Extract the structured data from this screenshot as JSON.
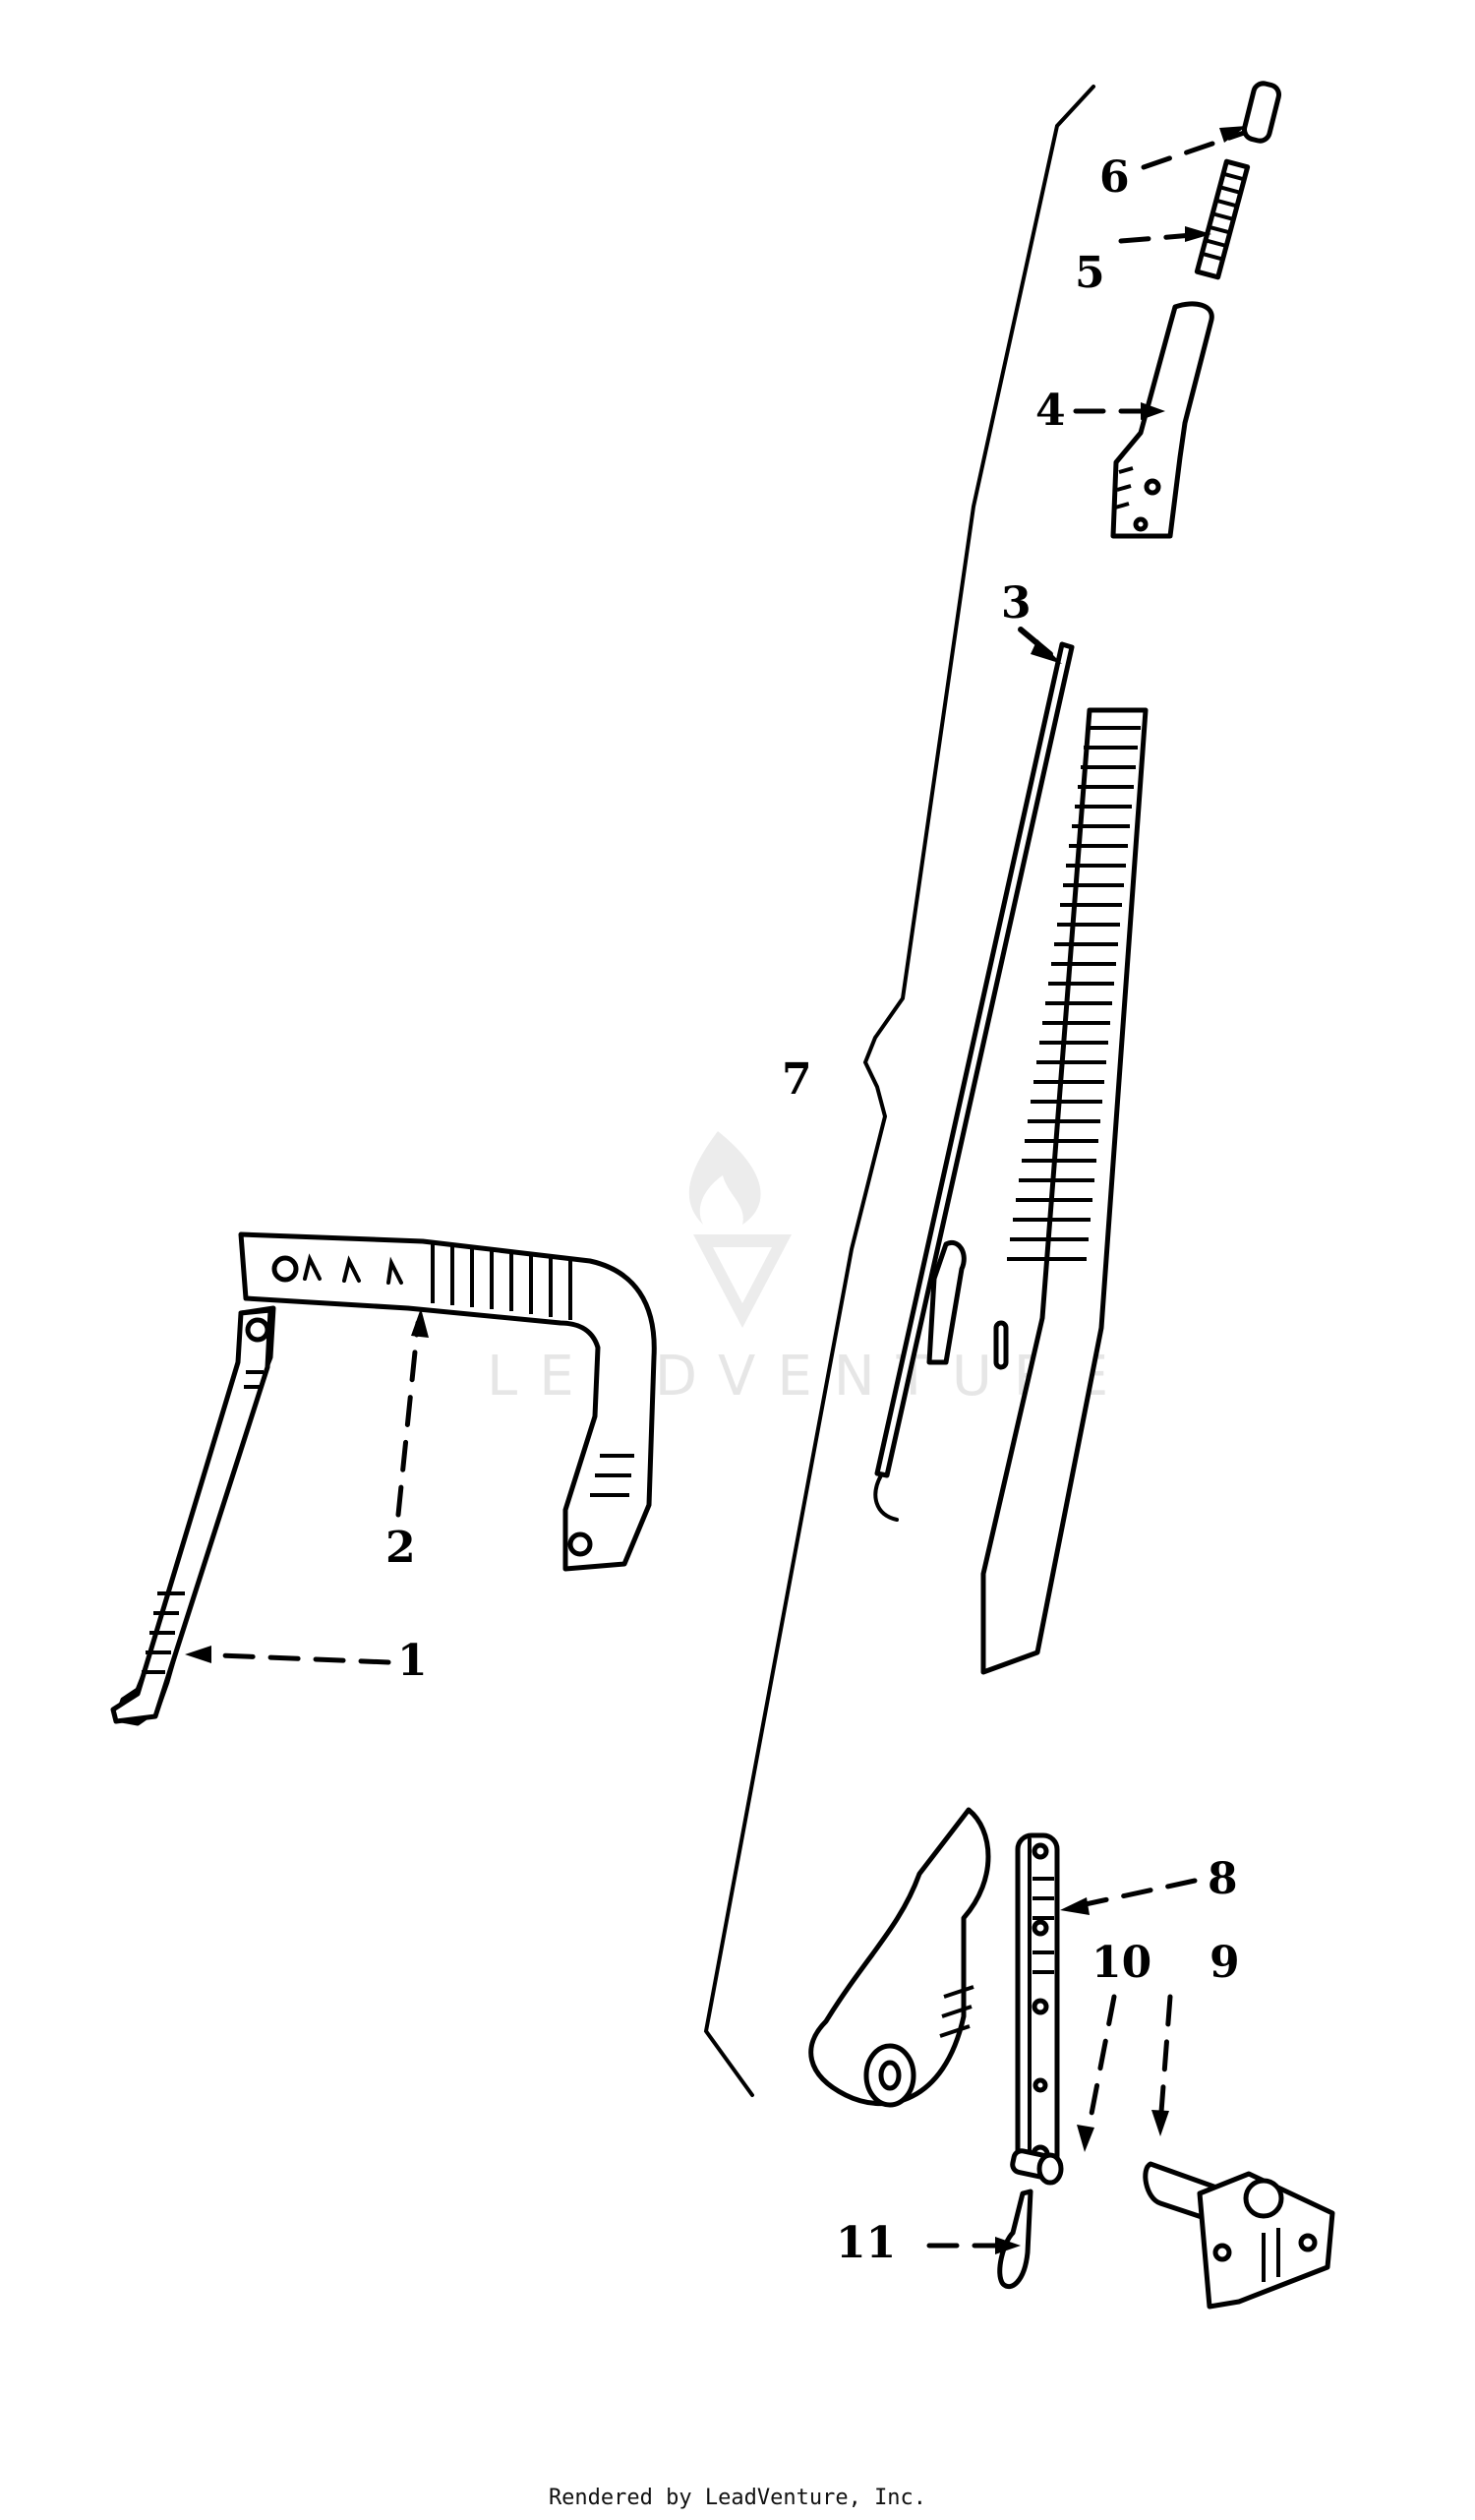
{
  "diagram": {
    "type": "exploded-parts-view",
    "watermark": "LEADVENTURE",
    "callouts": [
      {
        "id": "1",
        "label": "1"
      },
      {
        "id": "2",
        "label": "2"
      },
      {
        "id": "3",
        "label": "3"
      },
      {
        "id": "4",
        "label": "4"
      },
      {
        "id": "5",
        "label": "5"
      },
      {
        "id": "6",
        "label": "6"
      },
      {
        "id": "7",
        "label": "7"
      },
      {
        "id": "8",
        "label": "8"
      },
      {
        "id": "9",
        "label": "9"
      },
      {
        "id": "10",
        "label": "10"
      },
      {
        "id": "11",
        "label": "11"
      }
    ],
    "parts": [
      {
        "callout": "1",
        "shape": "support-bracket"
      },
      {
        "callout": "2",
        "shape": "notched-quadrant"
      },
      {
        "callout": "3",
        "shape": "rod"
      },
      {
        "callout": "4",
        "shape": "handle-grip"
      },
      {
        "callout": "5",
        "shape": "spring"
      },
      {
        "callout": "6",
        "shape": "pin"
      },
      {
        "callout": "7",
        "shape": "lever-assembly-bracket"
      },
      {
        "callout": "8",
        "shape": "link"
      },
      {
        "callout": "9",
        "shape": "pivot-bracket"
      },
      {
        "callout": "10",
        "shape": "clevis-pin"
      },
      {
        "callout": "11",
        "shape": "cotter-pin"
      }
    ]
  },
  "footer": {
    "text": "Rendered by LeadVenture, Inc."
  }
}
